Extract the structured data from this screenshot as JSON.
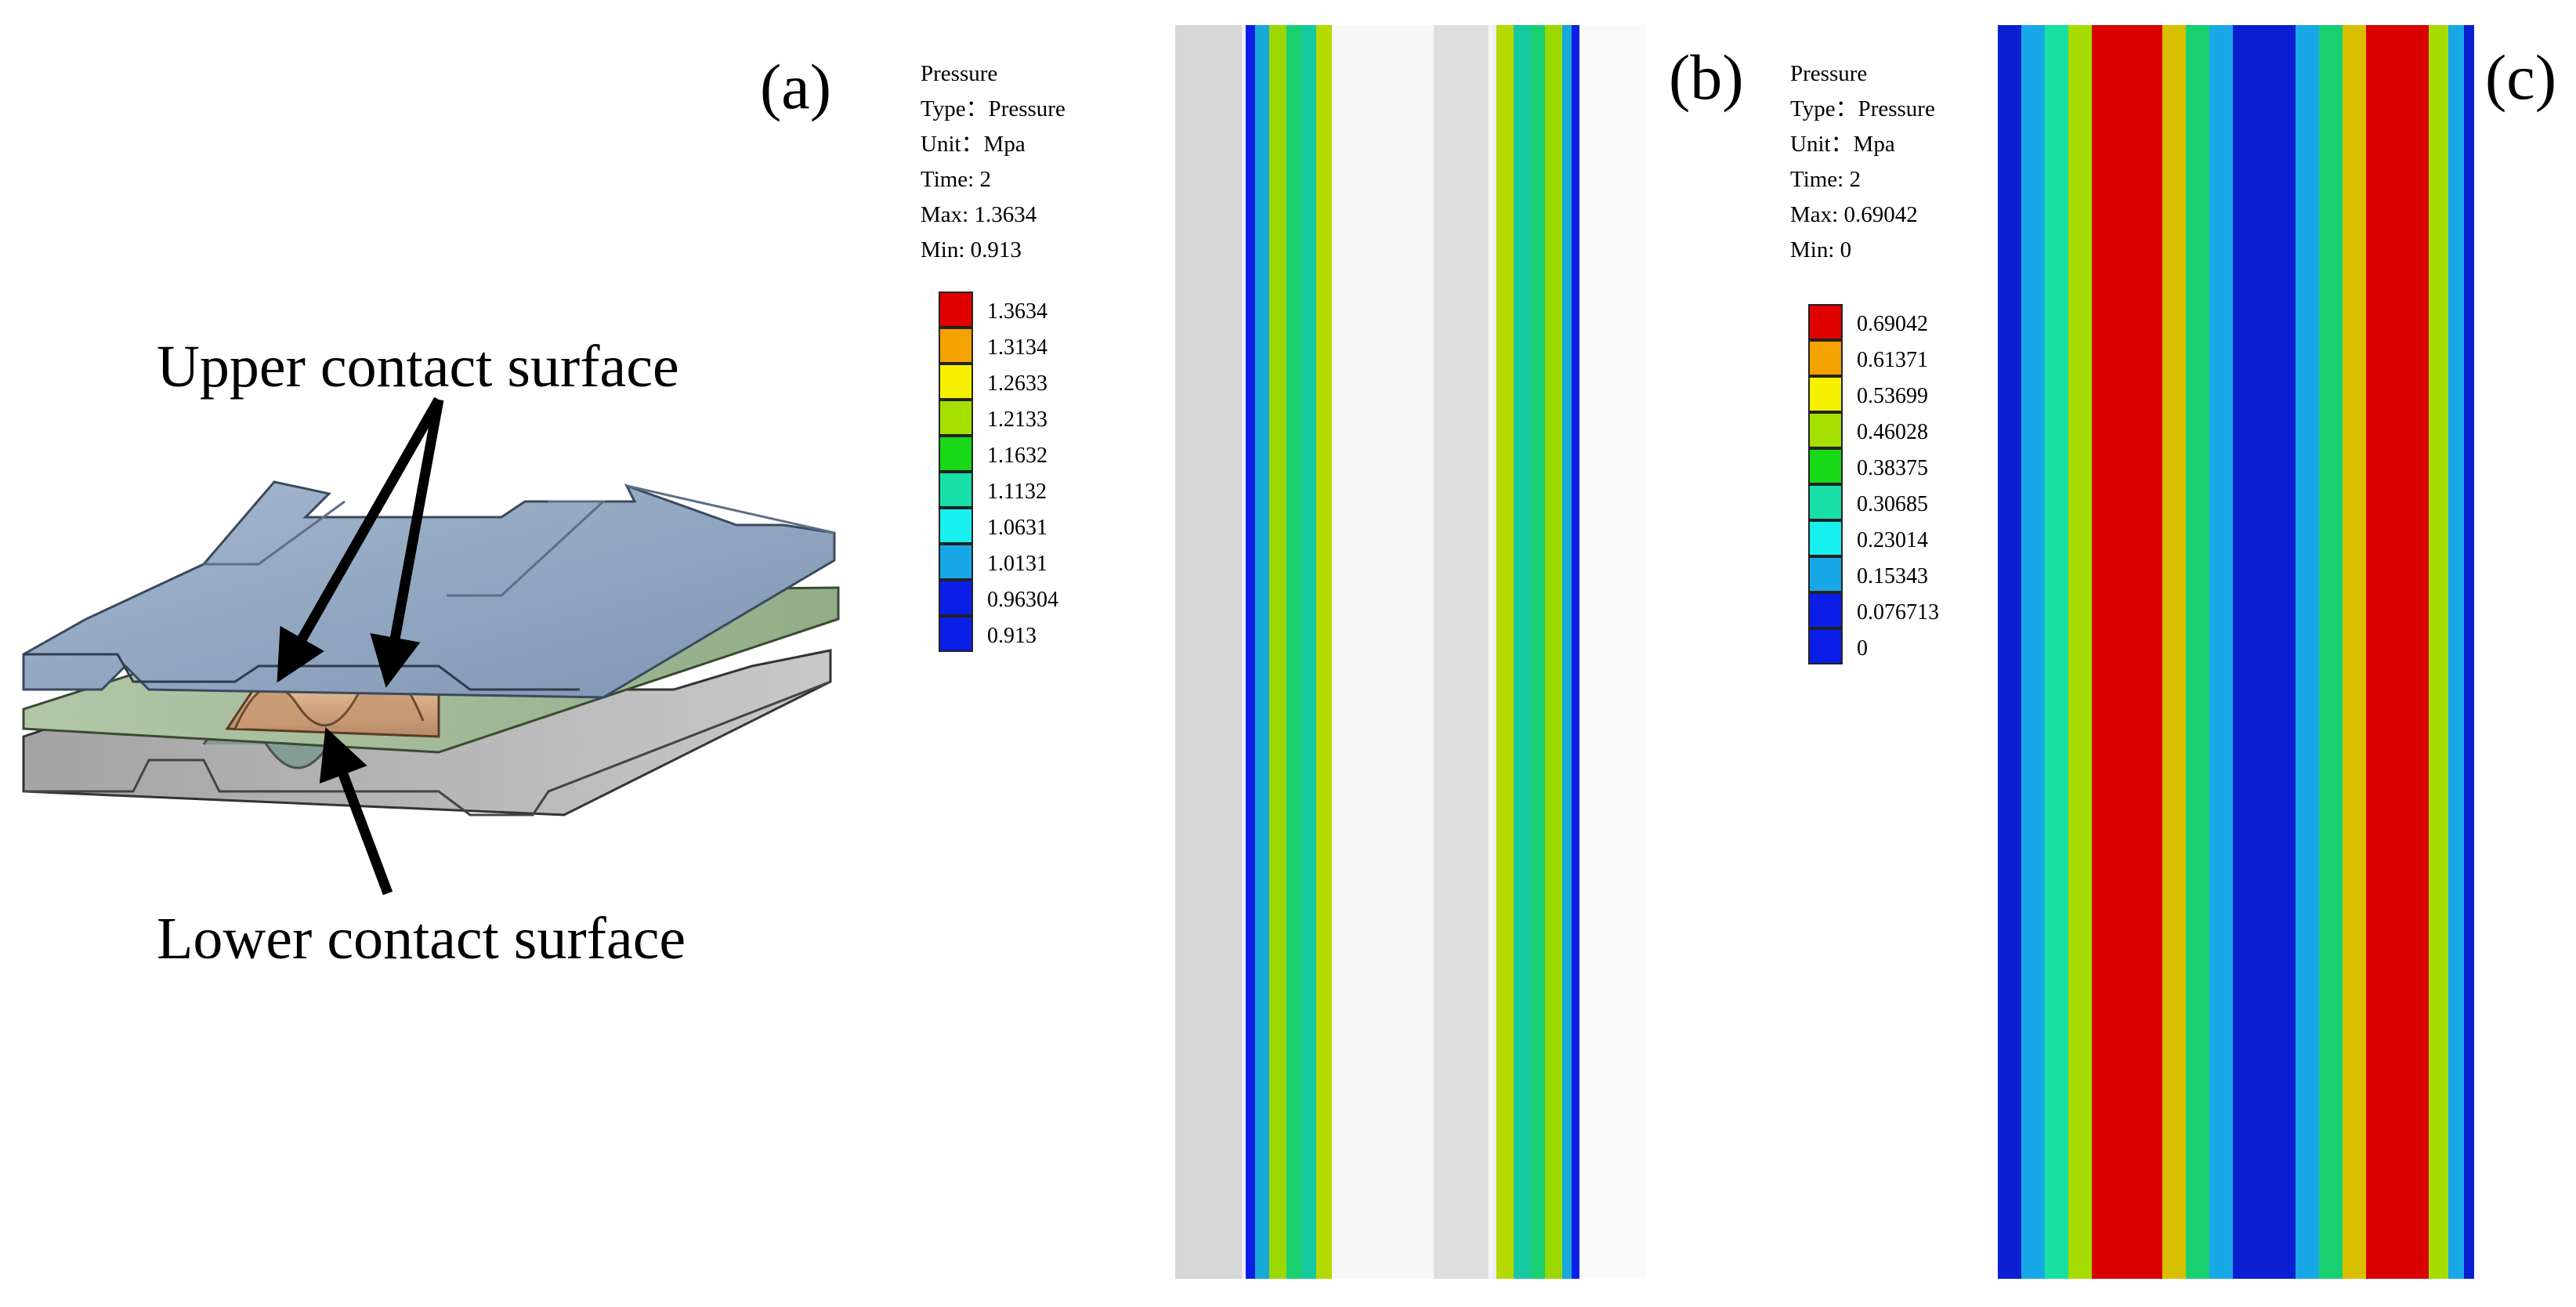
{
  "panels": {
    "a": {
      "label": "(a)",
      "upper_callout": "Upper contact surface",
      "lower_callout": "Lower contact surface"
    },
    "b": {
      "label": "(b)",
      "legend": {
        "title": "Pressure",
        "type": "Type：Pressure",
        "unit": "Unit：Mpa",
        "time": "Time: 2",
        "max": "Max: 1.3634",
        "min": "Min: 0.913",
        "values": [
          "1.3634",
          "1.3134",
          "1.2633",
          "1.2133",
          "1.1632",
          "1.1132",
          "1.0631",
          "1.0131",
          "0.96304",
          "0.913"
        ]
      }
    },
    "c": {
      "label": "(c)",
      "legend": {
        "title": "Pressure",
        "type": "Type：Pressure",
        "unit": "Unit：Mpa",
        "time": "Time: 2",
        "max": "Max: 0.69042",
        "min": "Min: 0",
        "values": [
          "0.69042",
          "0.61371",
          "0.53699",
          "0.46028",
          "0.38375",
          "0.30685",
          "0.23014",
          "0.15343",
          "0.076713",
          "0"
        ]
      }
    }
  },
  "colorbar": [
    "#e00000",
    "#f3a200",
    "#f5f000",
    "#a6e000",
    "#18d818",
    "#18e0a8",
    "#18f0f0",
    "#18a8e8",
    "#0a1ee8"
  ]
}
